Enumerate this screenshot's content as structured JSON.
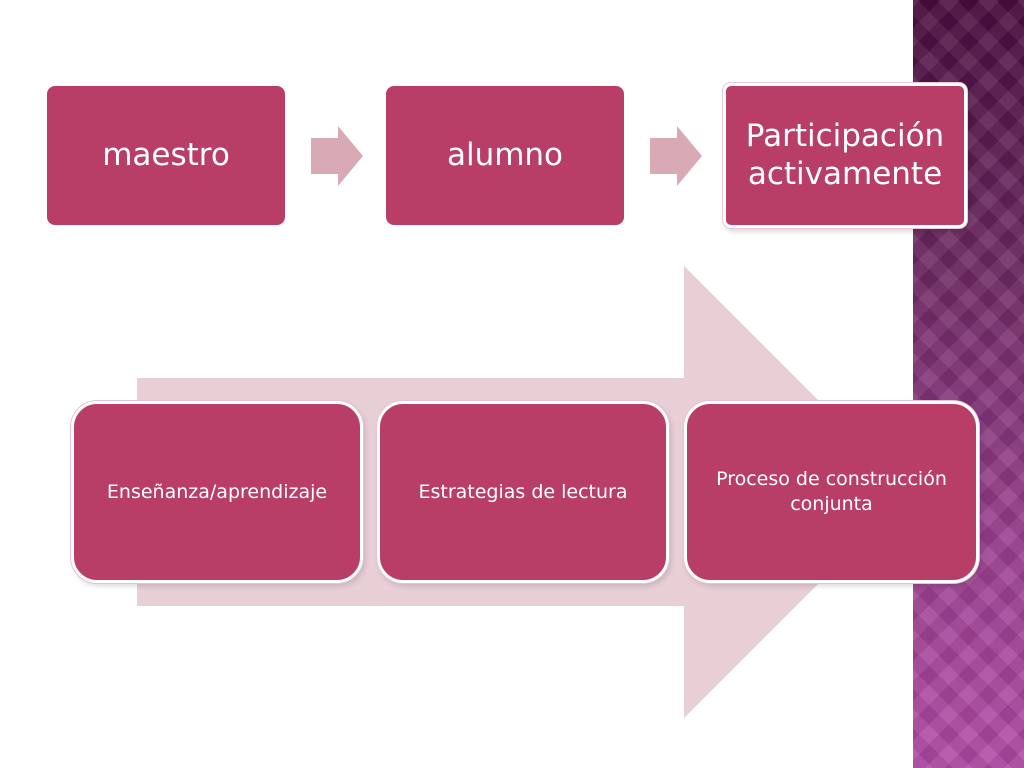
{
  "colors": {
    "box_fill": "#b83e68",
    "arrow_light": "#d9aab5",
    "big_arrow": "#e8cfd6",
    "band_top": "#4a0d3e",
    "band_bottom": "#b14aa6"
  },
  "top_flow": {
    "step1": "maestro",
    "step2": "alumno",
    "step3_line1": "Participación",
    "step3_line2": "activamente"
  },
  "bottom_process": {
    "step1": "Enseñanza/aprendizaje",
    "step2": "Estrategias de lectura",
    "step3_line1": "Proceso de construcción",
    "step3_line2": "conjunta"
  }
}
